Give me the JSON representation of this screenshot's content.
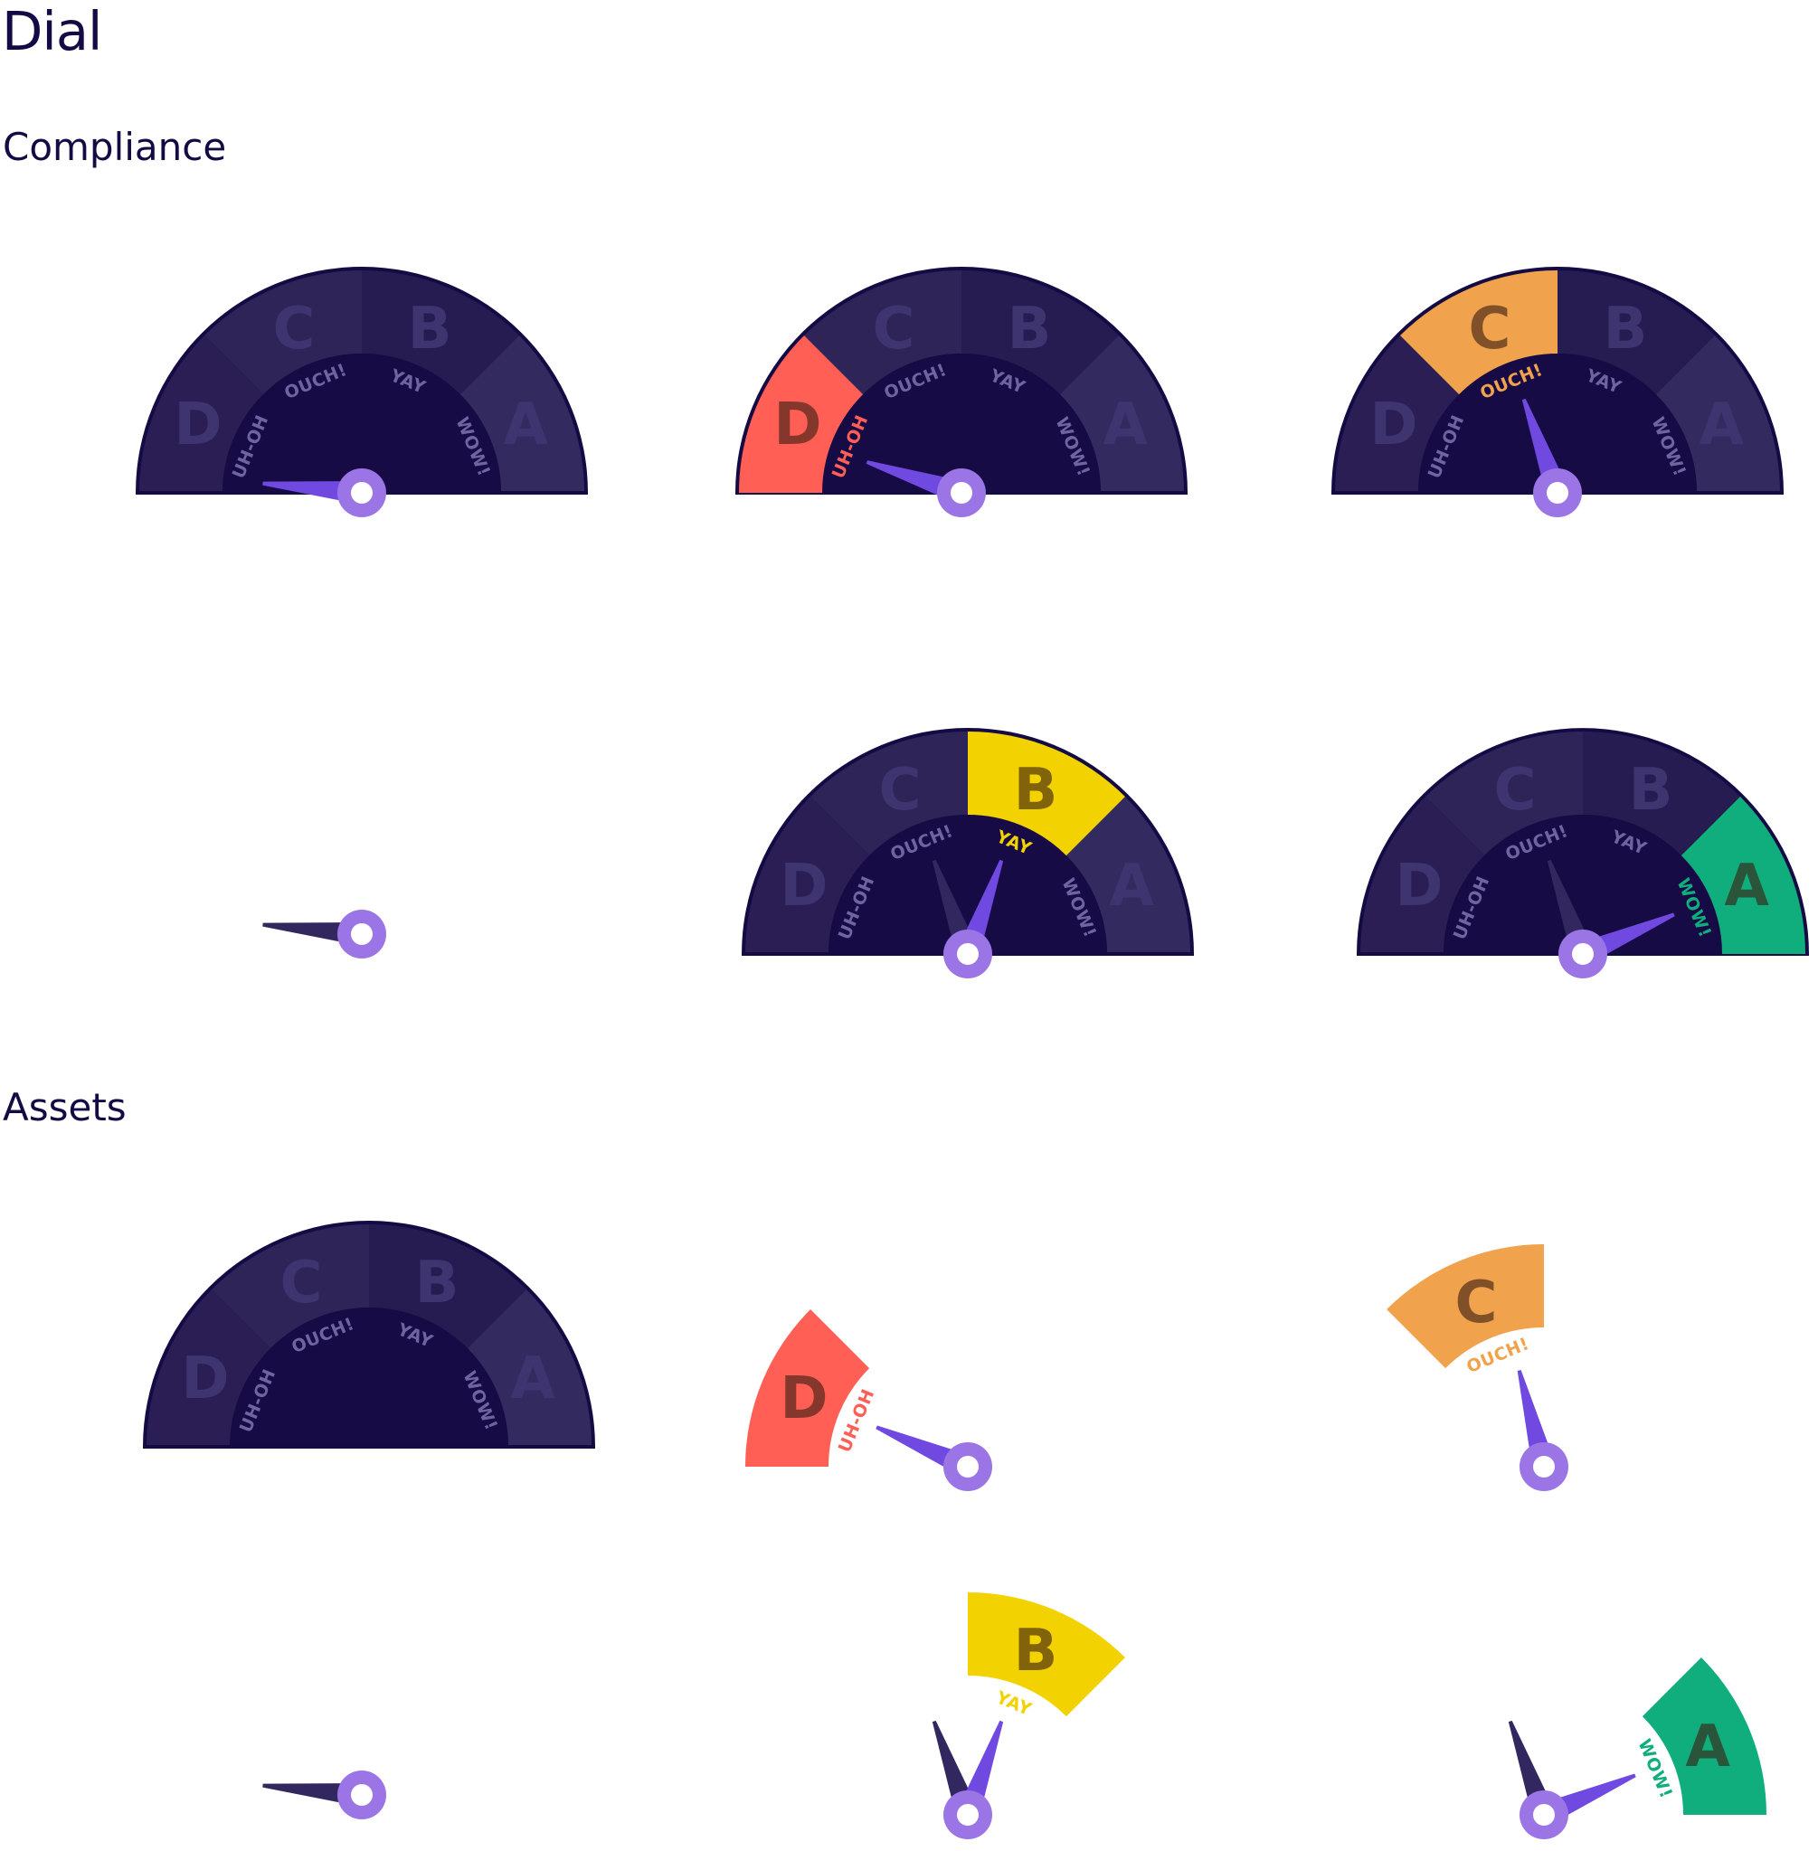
{
  "page": {
    "title": "Dial"
  },
  "sections": [
    {
      "id": "compliance",
      "title": "Compliance"
    },
    {
      "id": "assets",
      "title": "Assets"
    }
  ],
  "segments": [
    {
      "letter": "D",
      "word": "UH-OH",
      "color": "#ff5f55",
      "dark": "#2a1e55"
    },
    {
      "letter": "C",
      "word": "OUCH!",
      "color": "#f0a24c",
      "dark": "#2e2458"
    },
    {
      "letter": "B",
      "word": "YAY",
      "color": "#f2d200",
      "dark": "#261c52"
    },
    {
      "letter": "A",
      "word": "WOW!",
      "color": "#10ad7d",
      "dark": "#332a60"
    }
  ],
  "colors": {
    "track_outline": "#140b45",
    "inner": "#170b45",
    "muted_text": "#3e3570",
    "needle": "#7049e0",
    "ghost_needle": "#33275f",
    "hub": "#9b75e6"
  },
  "dials": [
    {
      "section": "compliance",
      "background": true,
      "active": null,
      "needle": 0.03,
      "ghost": null
    },
    {
      "section": "compliance",
      "background": true,
      "active": "D",
      "needle": 0.1,
      "ghost": null
    },
    {
      "section": "compliance",
      "background": true,
      "active": "C",
      "needle": 0.39,
      "ghost": null
    },
    {
      "section": "compliance",
      "background": false,
      "active": null,
      "needle": 0.03,
      "ghost": null
    },
    {
      "section": "compliance",
      "background": true,
      "active": "B",
      "needle": 0.61,
      "ghost": 0.39
    },
    {
      "section": "compliance",
      "background": true,
      "active": "A",
      "needle": 0.87,
      "ghost": 0.39
    },
    {
      "section": "assets",
      "background": true,
      "active": null,
      "needle": null,
      "ghost": null
    },
    {
      "section": "assets",
      "background": false,
      "active": "D",
      "needle": 0.13,
      "ghost": null
    },
    {
      "section": "assets",
      "background": false,
      "active": "C",
      "needle": 0.42,
      "ghost": null
    },
    {
      "section": "assets",
      "background": false,
      "active": null,
      "needle": 0.03,
      "ghost": null
    },
    {
      "section": "assets",
      "background": false,
      "active": "B",
      "needle": 0.61,
      "ghost": 0.39
    },
    {
      "section": "assets",
      "background": false,
      "active": "A",
      "needle": 0.87,
      "ghost": 0.39
    }
  ]
}
